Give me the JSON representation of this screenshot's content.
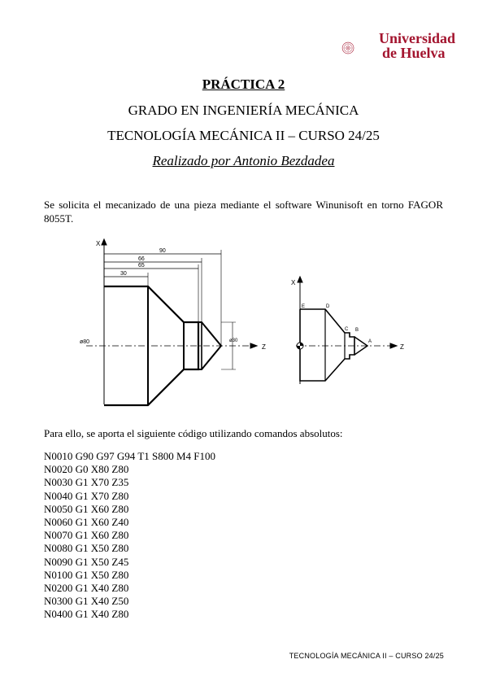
{
  "header": {
    "logo_line1": "Universidad",
    "logo_line2": "de Huelva",
    "brand_color": "#a3142e"
  },
  "title": "PRÁCTICA 2",
  "subtitle_1": "GRADO EN INGENIERÍA MECÁNICA",
  "subtitle_2": "TECNOLOGÍA MECÁNICA II – CURSO 24/25",
  "author": "Realizado por Antonio Bezdadea",
  "intro": "Se solicita el mecanizado de una pieza mediante el software Winunisoft en torno FAGOR 8055T.",
  "drawing_left": {
    "axis_x": "Z",
    "axis_y": "X",
    "dim_90": "90",
    "dim_66": "66",
    "dim_65": "65",
    "dim_30": "30",
    "dim_diameter": "ø80",
    "dim_right": "ø30"
  },
  "drawing_right": {
    "axis_x": "Z",
    "axis_y": "X",
    "point_e": "E",
    "point_d": "D",
    "point_c": "C",
    "point_b": "B",
    "point_a": "A"
  },
  "code_intro": "Para ello, se aporta el siguiente código utilizando comandos absolutos:",
  "code_lines": [
    "N0010 G90 G97 G94 T1 S800 M4 F100",
    "N0020 G0 X80 Z80",
    "N0030 G1 X70 Z35",
    "N0040 G1 X70 Z80",
    "N0050 G1 X60 Z80",
    "N0060 G1 X60 Z40",
    "N0070 G1 X60 Z80",
    "N0080 G1 X50 Z80",
    "N0090 G1 X50 Z45",
    "N0100 G1 X50 Z80",
    "N0200 G1 X40 Z80",
    "N0300 G1 X40 Z50",
    "N0400 G1 X40 Z80"
  ],
  "footer": "TECNOLOGÍA MECÁNICA II – CURSO 24/25"
}
